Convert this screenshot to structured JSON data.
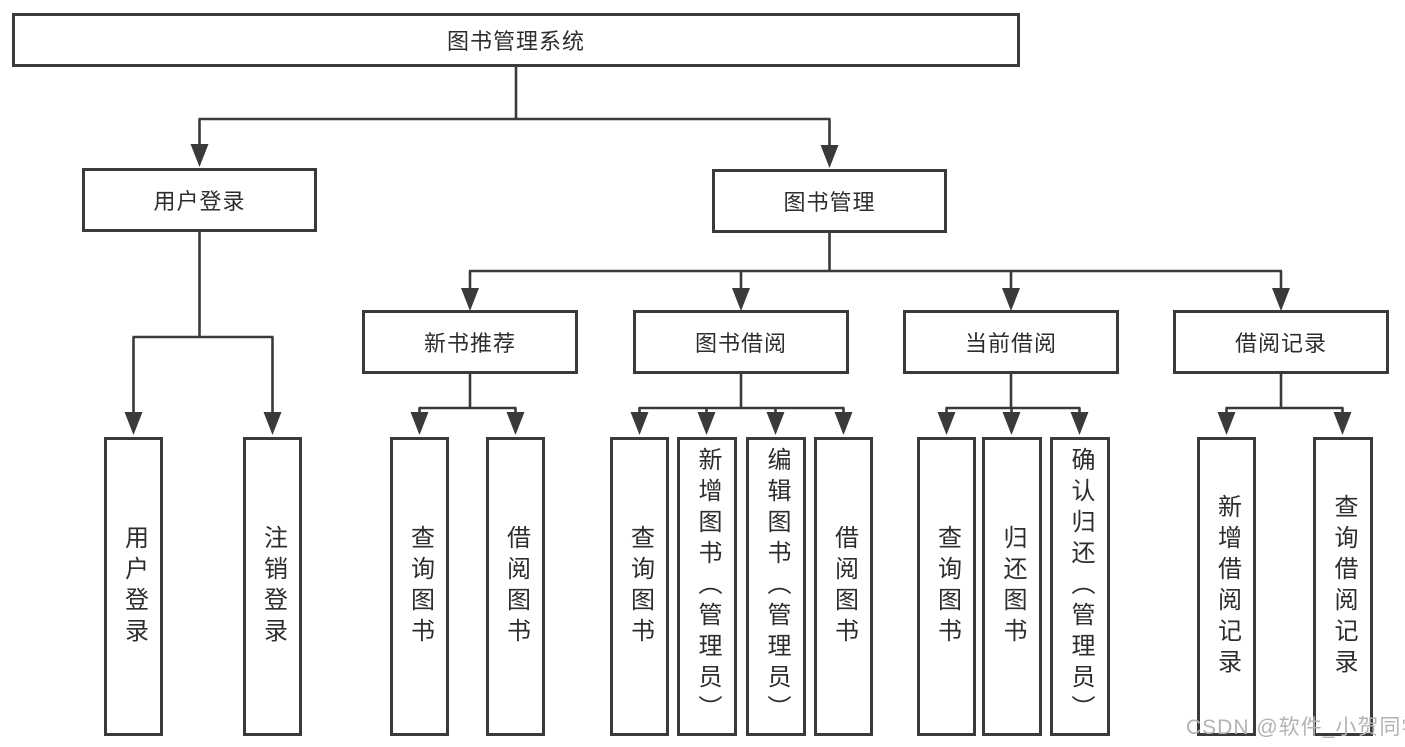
{
  "tree": {
    "root": {
      "label": "图书管理系统"
    },
    "branches": [
      {
        "label": "用户登录",
        "children": [
          {
            "label": "用户登录"
          },
          {
            "label": "注销登录"
          }
        ]
      },
      {
        "label": "图书管理",
        "children": [
          {
            "label": "新书推荐",
            "children": [
              {
                "label": "查询图书"
              },
              {
                "label": "借阅图书"
              }
            ]
          },
          {
            "label": "图书借阅",
            "children": [
              {
                "label": "查询图书"
              },
              {
                "label": "新增图书（管理员）"
              },
              {
                "label": "编辑图书（管理员）"
              },
              {
                "label": "借阅图书"
              }
            ]
          },
          {
            "label": "当前借阅",
            "children": [
              {
                "label": "查询图书"
              },
              {
                "label": "归还图书"
              },
              {
                "label": "确认归还（管理员）"
              }
            ]
          },
          {
            "label": "借阅记录",
            "children": [
              {
                "label": "新增借阅记录"
              },
              {
                "label": "查询借阅记录"
              }
            ]
          }
        ]
      }
    ]
  },
  "watermark": {
    "text": "CSDN @软件_小贺同学"
  },
  "colors": {
    "line": "#3a3a3a",
    "text": "#2d2d2d",
    "watermark": "#b3b3b3",
    "background": "#ffffff"
  }
}
